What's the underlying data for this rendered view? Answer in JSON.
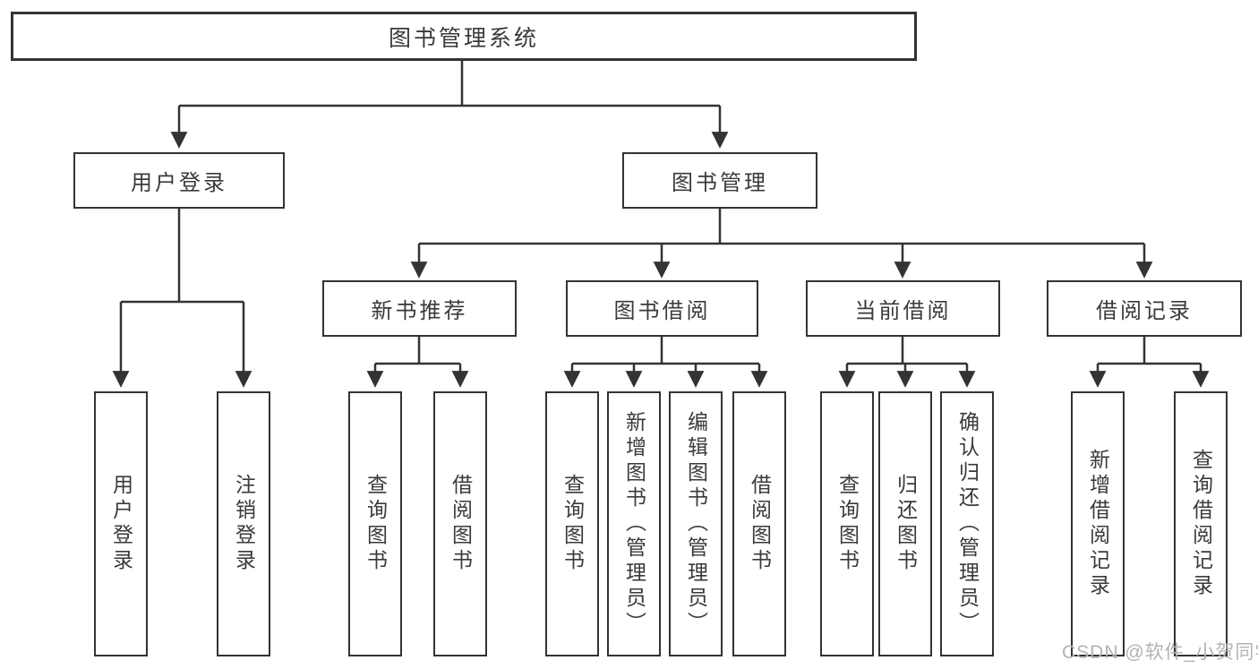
{
  "colors": {
    "line": "#333333",
    "text": "#3a3a3a",
    "box_background": "#ffffff",
    "watermark": "#b3b3b3",
    "background": "#ffffff"
  },
  "diagram": {
    "title": "图书管理系统",
    "level2": {
      "user_login": "用户登录",
      "book_management": "图书管理"
    },
    "level3": {
      "new_book_recommend": "新书推荐",
      "book_borrow": "图书借阅",
      "current_borrow": "当前借阅",
      "borrow_records": "借阅记录"
    },
    "leaves": {
      "user_login": [
        "用户登录",
        "注销登录"
      ],
      "new_book_recommend": [
        "查询图书",
        "借阅图书"
      ],
      "book_borrow": [
        "查询图书",
        "新增图书（管理员）",
        "编辑图书（管理员）",
        "借阅图书"
      ],
      "current_borrow": [
        "查询图书",
        "归还图书",
        "确认归还（管理员）"
      ],
      "borrow_records": [
        "新增借阅记录",
        "查询借阅记录"
      ]
    },
    "watermark": "CSDN @软件_小贺同学"
  }
}
